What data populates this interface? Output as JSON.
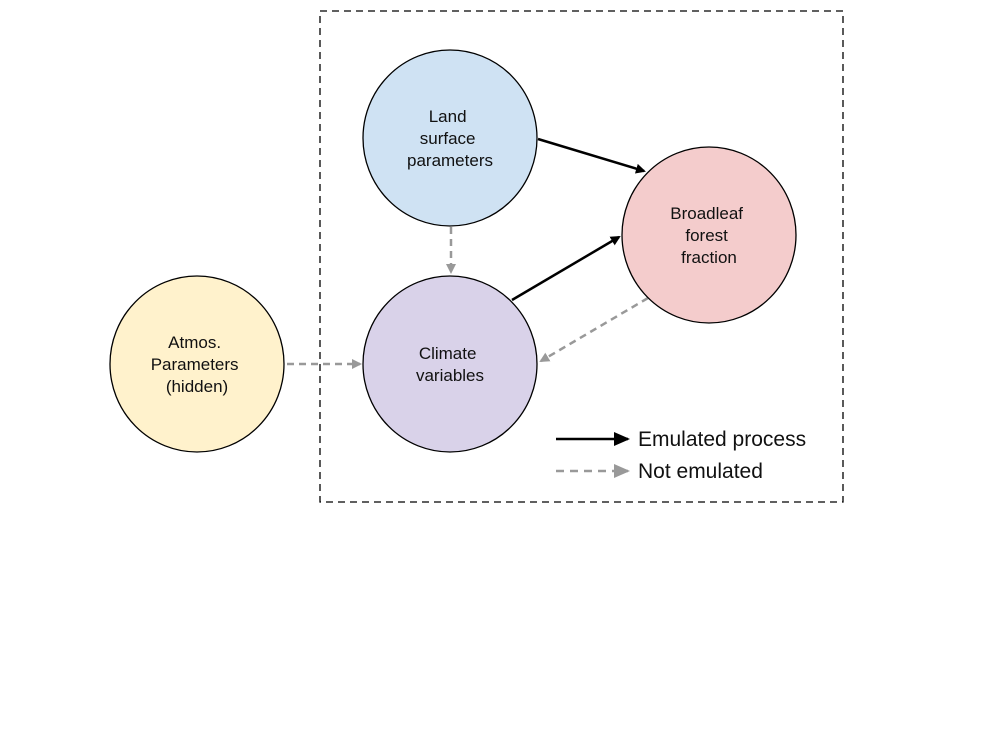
{
  "colors": {
    "land_fill": "#cfe2f3",
    "climate_fill": "#d9d2e9",
    "broadleaf_fill": "#f4cccc",
    "atmos_fill": "#fff2cc",
    "emulated_arrow": "#000000",
    "not_emulated_arrow": "#999999",
    "outline": "#000000"
  },
  "nodes": {
    "land": {
      "lines": [
        "Land",
        "surface",
        "parameters"
      ]
    },
    "climate": {
      "lines": [
        "Climate",
        "variables"
      ]
    },
    "broadleaf": {
      "lines": [
        "Broadleaf",
        "forest",
        "fraction"
      ]
    },
    "atmos": {
      "lines": [
        "Atmos.",
        "Parameters",
        "(hidden)"
      ]
    }
  },
  "edges": [
    {
      "from": "land",
      "to": "broadleaf",
      "style": "emulated"
    },
    {
      "from": "climate",
      "to": "broadleaf",
      "style": "emulated"
    },
    {
      "from": "land",
      "to": "climate",
      "style": "not-emulated"
    },
    {
      "from": "broadleaf",
      "to": "climate",
      "style": "not-emulated"
    },
    {
      "from": "atmos",
      "to": "climate",
      "style": "not-emulated"
    }
  ],
  "legend": {
    "emulated_label": "Emulated process",
    "not_emulated_label": "Not emulated"
  }
}
